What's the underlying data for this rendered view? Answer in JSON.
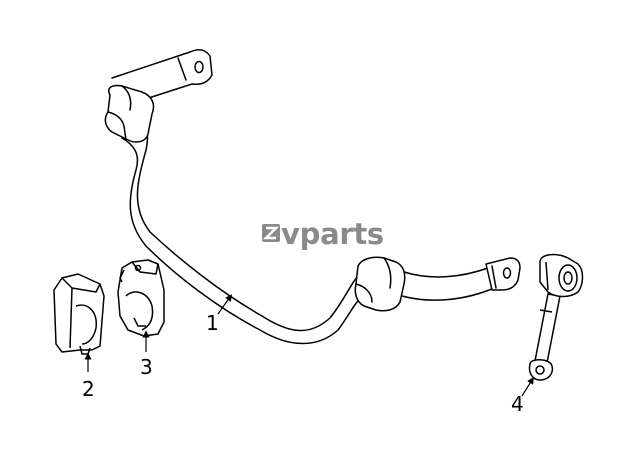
{
  "watermark": {
    "text": "vparts"
  },
  "callouts": [
    {
      "id": "1",
      "label": "1"
    },
    {
      "id": "2",
      "label": "2"
    },
    {
      "id": "3",
      "label": "3"
    },
    {
      "id": "4",
      "label": "4"
    }
  ],
  "colors": {
    "line": "#000000",
    "background": "#ffffff",
    "watermark": "#8a8a8a"
  }
}
